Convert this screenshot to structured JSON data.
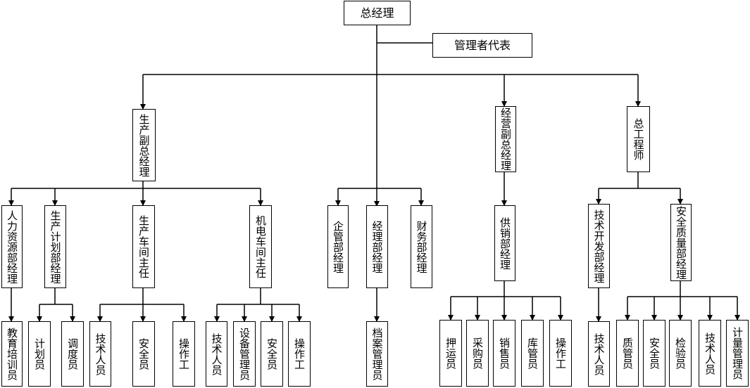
{
  "top": {
    "gm": "总经理",
    "rep": "管理者代表"
  },
  "level2": {
    "prod_vp": "生产副总经理",
    "ops_vp": "经营副总经理",
    "chief_eng": "总工程师"
  },
  "level3": {
    "hr": "人力资源部经理",
    "plan": "生产计划部经理",
    "workshop": "生产车间主任",
    "mech": "机电车间主任",
    "enterprise": "企管部经理",
    "manage": "经理部经理",
    "finance": "财务部经理",
    "supply": "供销部经理",
    "tech_dev": "技术开发部经理",
    "quality": "安全质量部经理"
  },
  "level4": {
    "trainer": "教育培训员",
    "planner": "计划员",
    "dispatcher": "调度员",
    "ws_tech": "技术人员",
    "ws_safety": "安全员",
    "ws_operator": "操作工",
    "mech_tech": "技术人员",
    "mech_equip": "设备管理员",
    "mech_safety": "安全员",
    "mech_operator": "操作工",
    "archive": "档案管理员",
    "escort": "押运员",
    "buyer": "采购员",
    "sales": "销售员",
    "store": "库管员",
    "supply_operator": "操作工",
    "dev_tech": "技术人员",
    "qc": "质管员",
    "q_safety": "安全员",
    "inspector": "检验员",
    "q_tech": "技术人员",
    "metering": "计量管理员"
  }
}
